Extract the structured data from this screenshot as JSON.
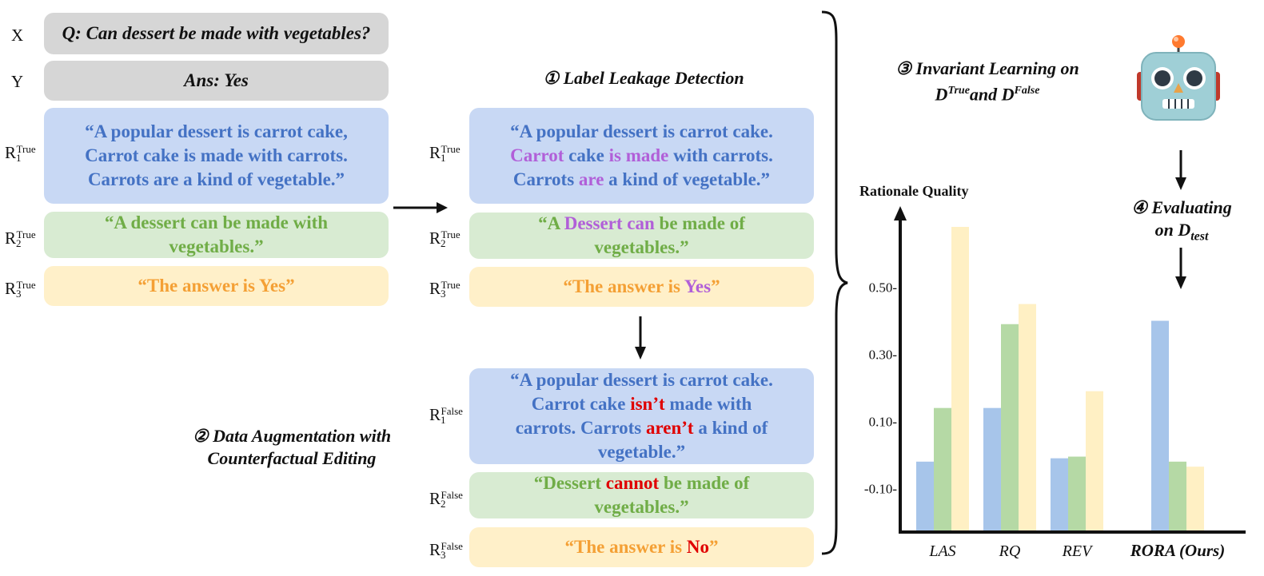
{
  "question": {
    "label": "X",
    "text": "Q: Can dessert be made with vegetables?"
  },
  "answer": {
    "label": "Y",
    "text": "Ans: Yes"
  },
  "rationales_true": [
    {
      "R": "R",
      "sub": "1",
      "sup": "True",
      "text": "“A popular dessert is carrot cake, Carrot cake is made with carrots. Carrots are a kind of vegetable.”"
    },
    {
      "R": "R",
      "sub": "2",
      "sup": "True",
      "text": "“A dessert can be made with vegetables.”"
    },
    {
      "R": "R",
      "sub": "3",
      "sup": "True",
      "text": "“The answer is Yes”"
    }
  ],
  "leakage": {
    "title": "①  Label Leakage Detection",
    "r1": {
      "a": "“A popular dessert is carrot cake. ",
      "h1": "Carrot",
      "b": " cake ",
      "h2": "is made",
      "c": " with carrots. Carrots ",
      "h3": "are",
      "d": " a kind of vegetable.”"
    },
    "r2": {
      "a": "“A ",
      "h1": "Dessert can",
      "b": " be made of vegetables.”"
    },
    "r3": {
      "a": "“The answer is ",
      "h1": "Yes",
      "b": "”"
    }
  },
  "augmentation": {
    "title_line1": "②  Data Augmentation with",
    "title_line2": "Counterfactual Editing",
    "r1": {
      "a": "“A popular dessert is carrot cake. Carrot cake ",
      "h1": "isn’t",
      "b": " made with carrots. Carrots ",
      "h2": "aren’t",
      "c": " a kind of vegetable.”"
    },
    "r2": {
      "a": "“Dessert ",
      "h1": "cannot",
      "b": " be made of vegetables.”"
    },
    "r3": {
      "a": "“The answer is ",
      "h1": "No",
      "b": "”"
    },
    "labels": [
      {
        "R": "R",
        "sub": "1",
        "sup": "False"
      },
      {
        "R": "R",
        "sub": "2",
        "sup": "False"
      },
      {
        "R": "R",
        "sub": "3",
        "sup": "False"
      }
    ]
  },
  "invariant": {
    "line1": "③ Invariant Learning on",
    "D": "D",
    "sup_true": "True",
    "and": "and D",
    "sup_false": "False"
  },
  "evaluating": {
    "line1": "④ Evaluating",
    "line2": "on D",
    "sub": "test"
  },
  "robot_icon": "robot-face",
  "colors": {
    "blue": "#a7c5ea",
    "green": "#b5d9a5",
    "yellow": "#fff0c4"
  },
  "chart_data": {
    "type": "bar",
    "ylabel": "Rationale Quality",
    "categories": [
      "LAS",
      "RQ",
      "REV",
      "RORA (Ours)"
    ],
    "yticks": [
      "0.50-",
      "0.30-",
      "0.10-",
      "-0.10-"
    ],
    "ytick_values": [
      0.5,
      0.3,
      0.1,
      -0.1
    ],
    "ylim": [
      -0.23,
      0.68
    ],
    "series": [
      {
        "values": [
          -0.02,
          0.14,
          -0.01,
          0.4
        ]
      },
      {
        "values": [
          0.14,
          0.39,
          -0.005,
          -0.02
        ]
      },
      {
        "values": [
          0.68,
          0.45,
          0.19,
          -0.035
        ]
      }
    ]
  }
}
